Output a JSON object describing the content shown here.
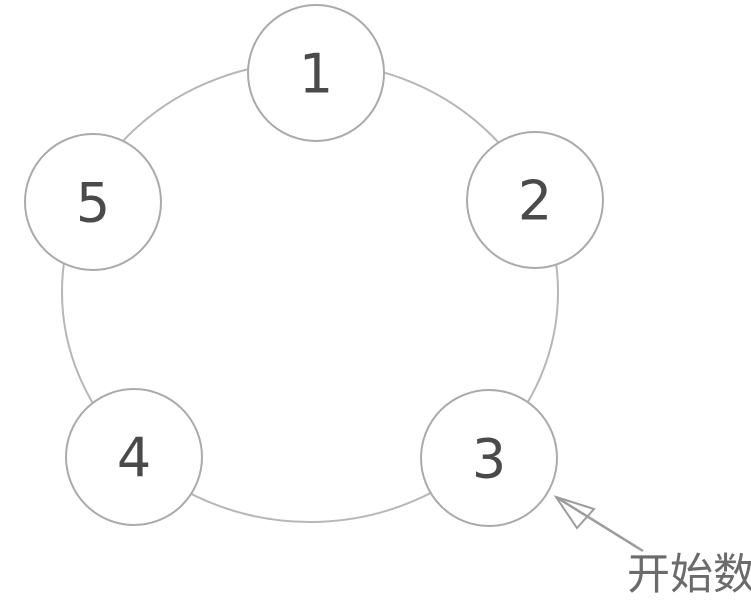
{
  "nodes": [
    {
      "label": "1"
    },
    {
      "label": "2"
    },
    {
      "label": "3"
    },
    {
      "label": "4"
    },
    {
      "label": "5"
    }
  ],
  "annotation": {
    "label": "开始数",
    "points_to_node": "3"
  },
  "colors": {
    "background": "#ffffff",
    "ring_stroke": "#b7b7b7",
    "node_fill": "#ffffff",
    "node_stroke": "#aaaaaa",
    "node_label": "#4a4a4a",
    "arrow": "#9c9c9c",
    "annotation_text": "#6b6b6b"
  }
}
